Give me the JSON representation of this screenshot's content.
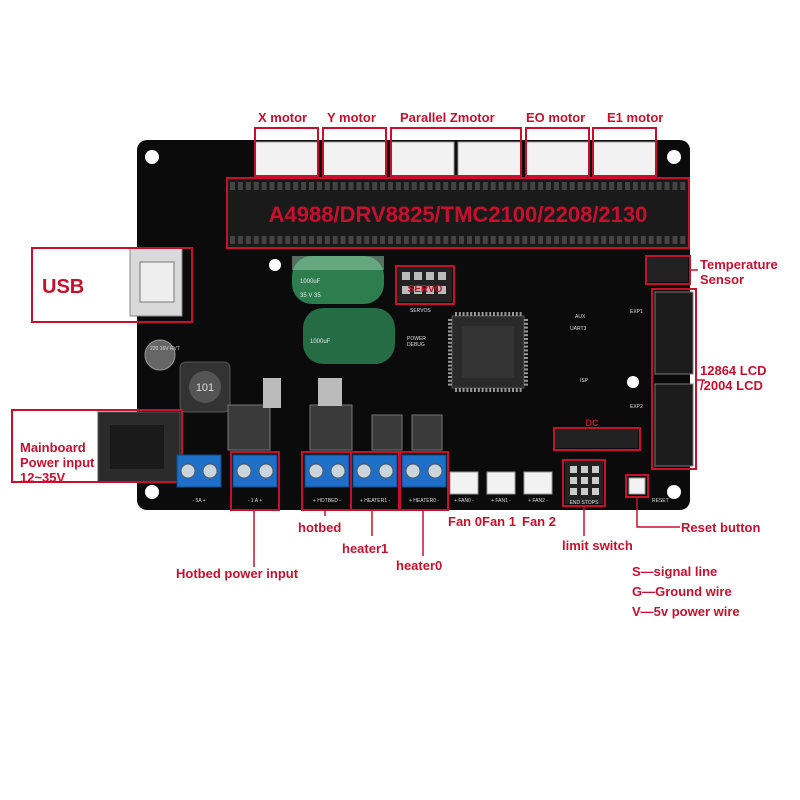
{
  "labels": {
    "x_motor": "X motor",
    "y_motor": "Y motor",
    "parallel_z": "Parallel Zmotor",
    "e0_motor": "EO motor",
    "e1_motor": "E1 motor",
    "driver_types": "A4988/DRV8825/TMC2100/2208/2130",
    "usb": "USB",
    "temp_sensor": "Temperature\nSensor",
    "lcd": "12864 LCD\n/2004 LCD",
    "mainboard_power": "Mainboard\nPower input\n12~35V",
    "hotbed_power": "Hotbed power input",
    "hotbed": "hotbed",
    "heater1": "heater1",
    "heater0": "heater0",
    "fan0": "Fan 0",
    "fan1": "Fan 1",
    "fan2": "Fan 2",
    "limit_switch": "limit switch",
    "reset_button": "Reset button",
    "servo": "SERVO"
  },
  "legend": {
    "s": "S—signal line",
    "g": "G—Ground wire",
    "v": "V—5v power wire"
  },
  "board_text": {
    "cap1": "1000uF",
    "cap1b": "35  V 35",
    "cap2": "1000uF",
    "inductor": "101",
    "aux": "AUX",
    "uart3": "UART3",
    "isp": "ISP",
    "exp1": "EXP1",
    "exp2": "EXP2",
    "reset": "RESET",
    "end_stops": "END STOPS",
    "power": "POWER",
    "debug": "DEBUG",
    "dc": "DC",
    "term_5a": "-  5A  +",
    "term_1a": "-  1 A  +",
    "term_hotbed": "+ HOTBED -",
    "term_heater1": "+ HEATER1 -",
    "term_heater0": "+ HEATER0 -",
    "fan0_silk": "+ FAN0 -",
    "fan1_silk": "+ FAN1 -",
    "fan2_silk": "+ FAN2 -",
    "cap_small": "220\n16V\nRVT",
    "servos": "SERVOS"
  }
}
